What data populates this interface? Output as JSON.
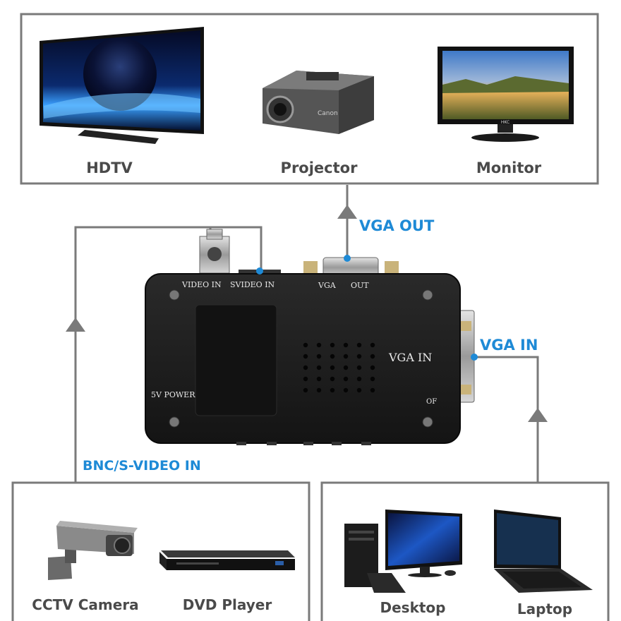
{
  "outputs": {
    "hdtv": "HDTV",
    "projector": "Projector",
    "monitor": "Monitor"
  },
  "inputs_left": {
    "cctv": "CCTV Camera",
    "dvd": "DVD Player"
  },
  "inputs_right": {
    "desktop": "Desktop",
    "laptop": "Laptop"
  },
  "connections": {
    "vga_out": "VGA OUT",
    "vga_in": "VGA IN",
    "bnc_svideo_in": "BNC/S-VIDEO IN"
  },
  "device": {
    "video_in": "VIDEO IN",
    "svideo_in": "SVIDEO IN",
    "vga": "VGA",
    "out": "OUT",
    "vga_in": "VGA IN",
    "power": "5V POWER",
    "of": "OF"
  },
  "brands": {
    "projector_brand": "Canon",
    "monitor_brand": "HKC"
  },
  "colors": {
    "accent_blue": "#1e8ad6",
    "frame_gray": "#7a7a7a",
    "device_body": "#1c1c1c"
  }
}
